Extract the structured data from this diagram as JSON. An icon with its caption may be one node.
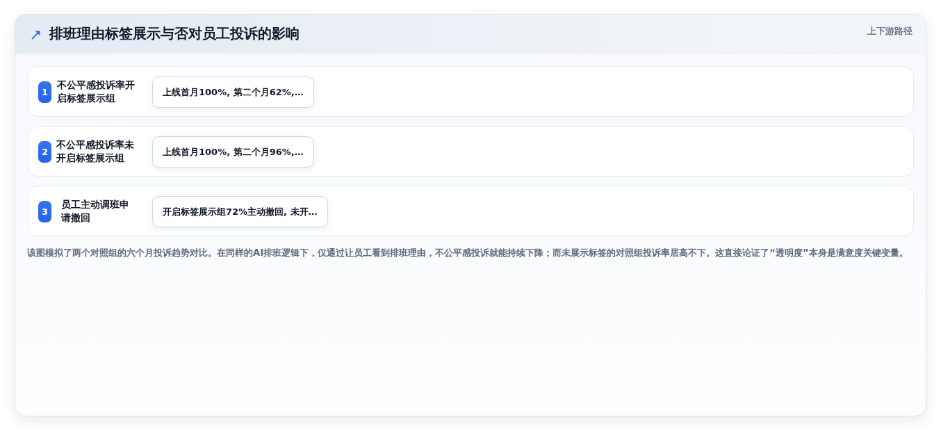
{
  "diagram": {
    "title": "排班理由标签展示与否对员工投诉的影响",
    "caption": "该图模拟了两个对照组的六个月投诉趋势对比。在同样的AI排班逻辑下，仅通过让员工看到排班理由，不公平感投诉就能持续下降；而未展示标签的对照组投诉率居高不下。这直接论证了“透明度”本身是满意度关键变量。",
    "nodes": [
      {
        "text": [
          "不公平感投诉率开启标签展示组"
        ]
      },
      {
        "text": [
          "1"
        ],
        "in": 0
      },
      {
        "text": [
          "上线首月100%, 第二个月62%,…"
        ],
        "in": 0
      },
      {
        "text": [
          "不公平感投诉率未开启标签展示组"
        ]
      },
      {
        "text": [
          "2"
        ],
        "in": 3
      },
      {
        "text": [
          "上线首月100%, 第二个月96%,…"
        ],
        "in": 3
      },
      {
        "text": [
          "员工主动调班申请撤回"
        ]
      },
      {
        "text": [
          "3"
        ],
        "in": 6
      },
      {
        "text": [
          "开启标签展示组72%主动撤回, 未开…"
        ],
        "in": 6
      }
    ],
    "labels": [
      "上下游路径"
    ]
  }
}
